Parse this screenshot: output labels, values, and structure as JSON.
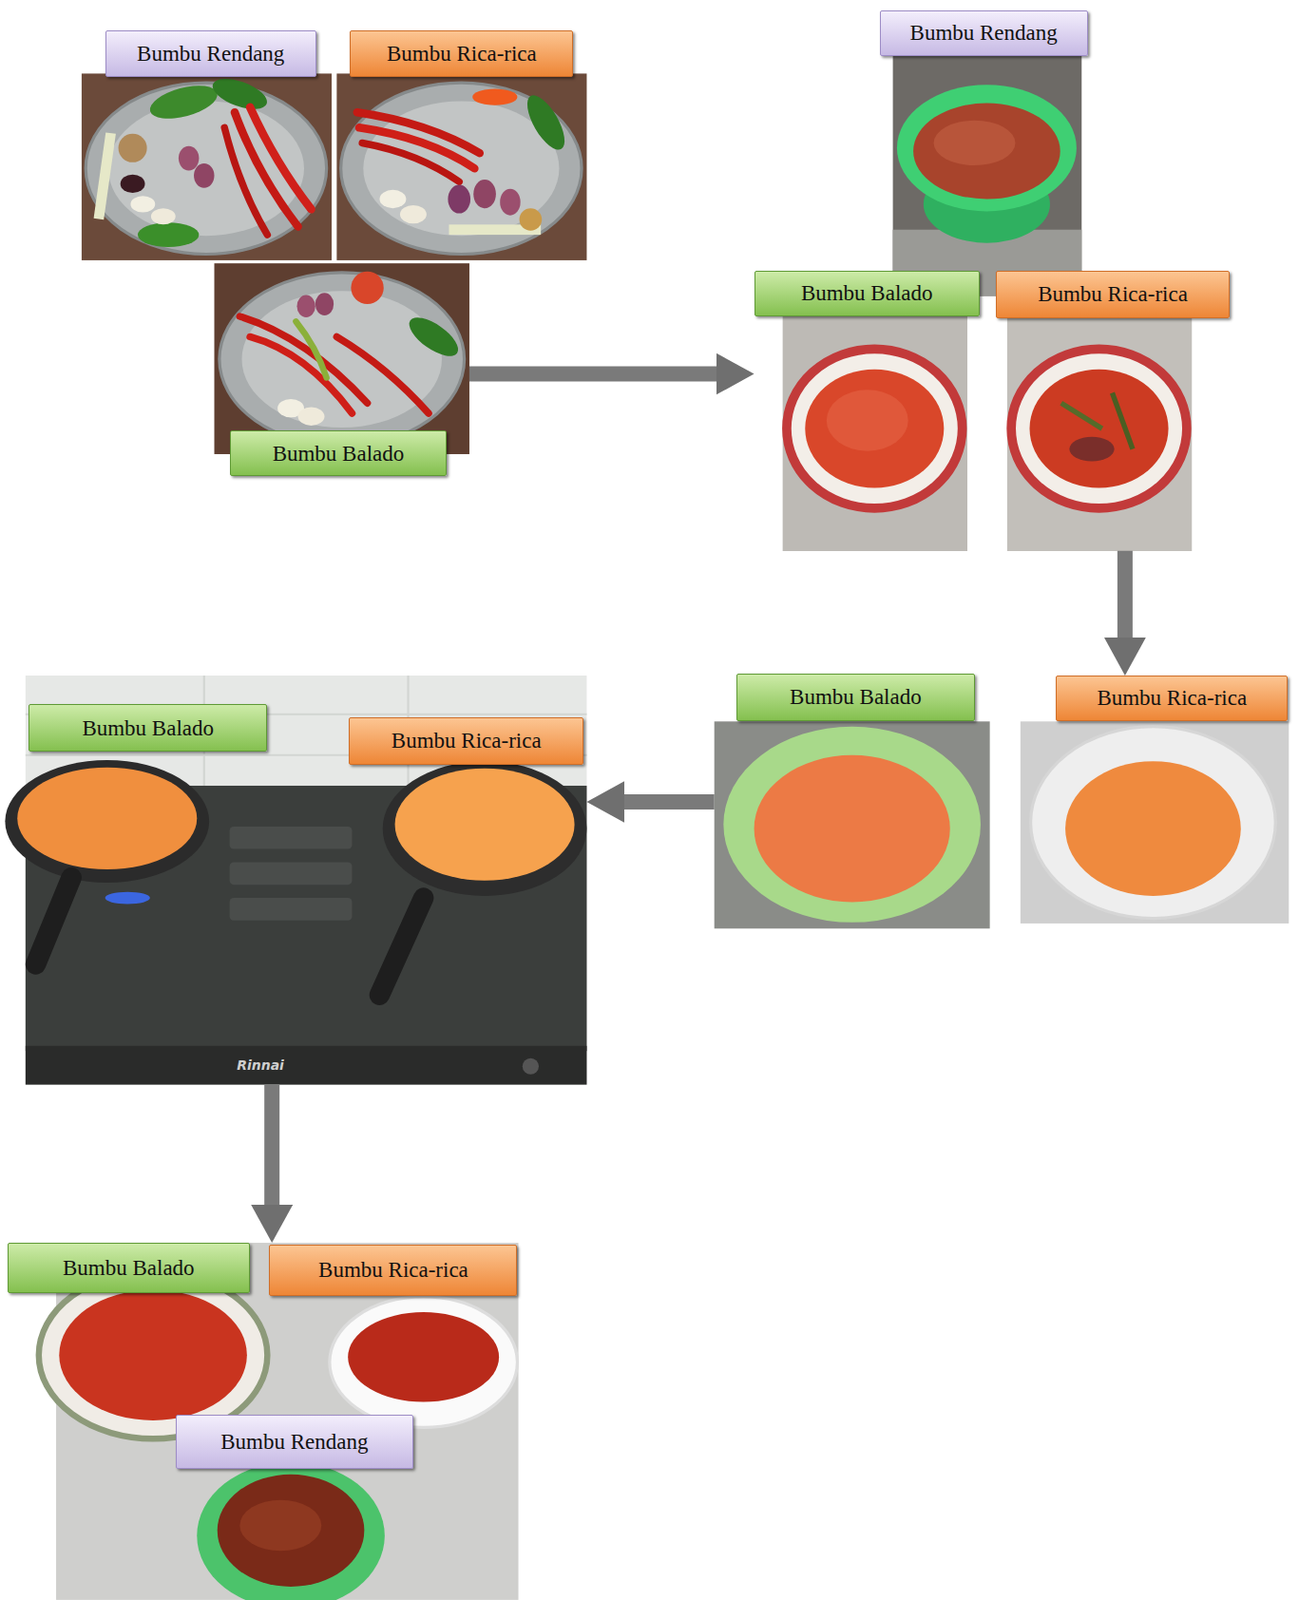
{
  "diagram": {
    "nodes": [
      {
        "text": [
          "Bumbu Rendang"
        ]
      },
      {
        "text": [
          "Bumbu Rica-rica"
        ]
      },
      {
        "text": [
          "Bumbu Balado"
        ]
      },
      {
        "text": [
          "Bumbu Rendang"
        ]
      },
      {
        "text": [
          "Bumbu Balado"
        ]
      },
      {
        "text": [
          "Bumbu Rica-rica"
        ]
      },
      {
        "text": [
          "Bumbu Balado"
        ]
      },
      {
        "text": [
          "Bumbu Rica-rica"
        ]
      },
      {
        "text": [
          "Bumbu Balado",
          "Bumbu Rica-rica"
        ]
      },
      {
        "text": [
          "Bumbu Balado",
          "Bumbu Rica-rica",
          "Bumbu Rendang"
        ]
      }
    ],
    "edges": [
      {
        "from": 2,
        "to": 4,
        "arrow": "to"
      },
      {
        "from": 5,
        "to": 7,
        "arrow": "to"
      },
      {
        "from": 6,
        "to": 8,
        "arrow": "to"
      },
      {
        "from": 8,
        "to": 9,
        "arrow": "to"
      }
    ],
    "labels": [
      "Rinnai"
    ]
  }
}
